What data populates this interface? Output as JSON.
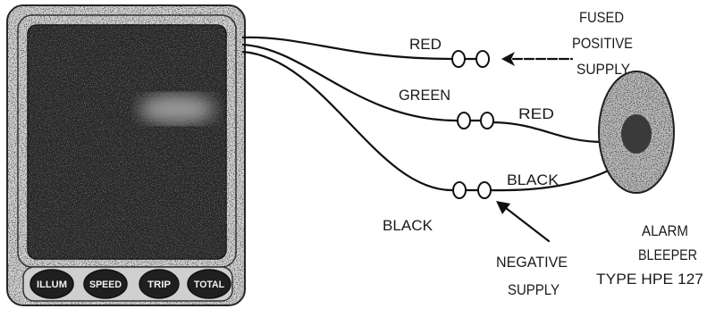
{
  "device": {
    "buttons": [
      {
        "label": "ILLUM"
      },
      {
        "label": "SPEED"
      },
      {
        "label": "TRIP"
      },
      {
        "label": "TOTAL"
      }
    ]
  },
  "wires": {
    "top_label": "RED",
    "middle_label": "GREEN",
    "middle_out_label": "RED",
    "bottom_out_label": "BLACK",
    "bottom_label": "BLACK"
  },
  "fused_supply": {
    "line1": "FUSED",
    "line2": "POSITIVE",
    "line3": "SUPPLY"
  },
  "negative_supply": {
    "line1": "NEGATIVE",
    "line2": "SUPPLY"
  },
  "bleeper": {
    "line1": "ALARM",
    "line2": "BLEEPER",
    "line3": "TYPE HPE 127"
  }
}
